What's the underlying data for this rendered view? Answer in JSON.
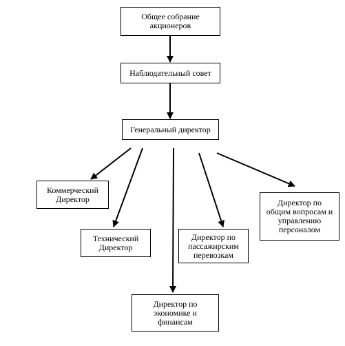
{
  "nodes": {
    "shareholders": "Общее собрание\nакционеров",
    "board": "Наблюдательный совет",
    "ceo": "Генеральный директор",
    "commercial": "Коммерческий\nДиректор",
    "technical": "Технический\nДиректор",
    "passenger": "Директор по\nпассажирским\nперевозкам",
    "general": "Директор по\nобщим вопросам и\nуправлению\nперсоналом",
    "economics": "Директор по\nэкономике и\nфинансам"
  },
  "colors": {
    "line": "#000000",
    "box_border": "#000000",
    "background": "#ffffff"
  }
}
